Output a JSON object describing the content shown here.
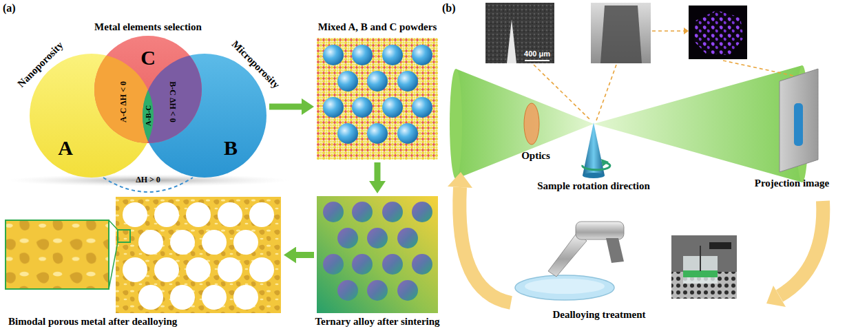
{
  "diagram": {
    "nodes": [
      {
        "text": [
          "A"
        ]
      },
      {
        "text": [
          "C"
        ]
      },
      {
        "text": [
          "B"
        ]
      },
      {
        "text": [
          "Mixed A, B and C powders"
        ]
      },
      {
        "text": [
          "Ternary alloy after sintering"
        ]
      },
      {
        "text": [
          "Bimodal porous metal after dealloying"
        ]
      }
    ],
    "edges": [
      {
        "from": 2,
        "to": 3,
        "arrow": "to"
      },
      {
        "from": 3,
        "to": 4,
        "arrow": "to"
      },
      {
        "from": 4,
        "to": 5,
        "arrow": "to"
      }
    ],
    "labels": [
      "(a)",
      "Metal elements selection",
      "Nanoporosity",
      "Microporosity",
      "A-C ΔH < 0",
      "B-C ΔH < 0",
      "A-B-C",
      "ΔH > 0",
      "(b)",
      "400 μm",
      "Optics",
      "Sample rotation direction",
      "Projection image",
      "Dealloying treatment"
    ]
  }
}
